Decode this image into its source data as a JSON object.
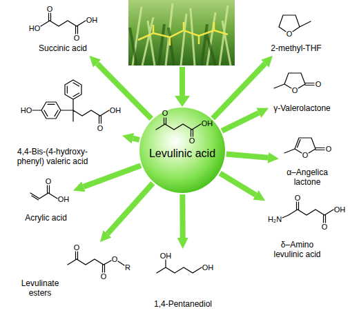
{
  "diagram": {
    "nodes": [
      {
        "text": [
          "Succinic acid"
        ]
      },
      {
        "text": [
          "2-methyl-THF"
        ]
      },
      {
        "text": [
          "γ-Valerolactone"
        ]
      },
      {
        "text": [
          "4,4-Bis-(4-hydroxy- phenyl) valeric acid"
        ]
      },
      {
        "text": [
          "Levulinic acid"
        ]
      },
      {
        "text": [
          "α–Angelica lactone"
        ]
      },
      {
        "text": [
          "Acrylic acid"
        ]
      },
      {
        "text": [
          "δ–Amino levulinic acid"
        ]
      },
      {
        "text": [
          "Levulinate esters"
        ]
      },
      {
        "text": [
          "1,4-Pentanediol"
        ]
      }
    ],
    "edges": [
      {
        "from": 4,
        "to": 0,
        "arrow": "to"
      },
      {
        "from": 4,
        "to": 1,
        "arrow": "to"
      },
      {
        "from": 4,
        "to": 2,
        "arrow": "to"
      },
      {
        "from": 4,
        "to": 3,
        "arrow": "to"
      },
      {
        "from": 4,
        "to": 5,
        "arrow": "to"
      },
      {
        "from": 4,
        "to": 6,
        "arrow": "to"
      },
      {
        "from": 4,
        "to": 7,
        "arrow": "to"
      },
      {
        "from": 4,
        "to": 8,
        "arrow": "to"
      },
      {
        "from": 4,
        "to": 9,
        "arrow": "to"
      }
    ],
    "labels": [
      "O",
      "OH",
      "HO",
      "O",
      "O",
      "O",
      "O",
      "HO",
      "OH",
      "O",
      "O",
      "OH",
      "O",
      "O",
      "O",
      "O",
      "OH",
      "O",
      "H₂N",
      "OH",
      "O",
      "O",
      "O",
      "R",
      "OH",
      "OH",
      "O"
    ]
  }
}
